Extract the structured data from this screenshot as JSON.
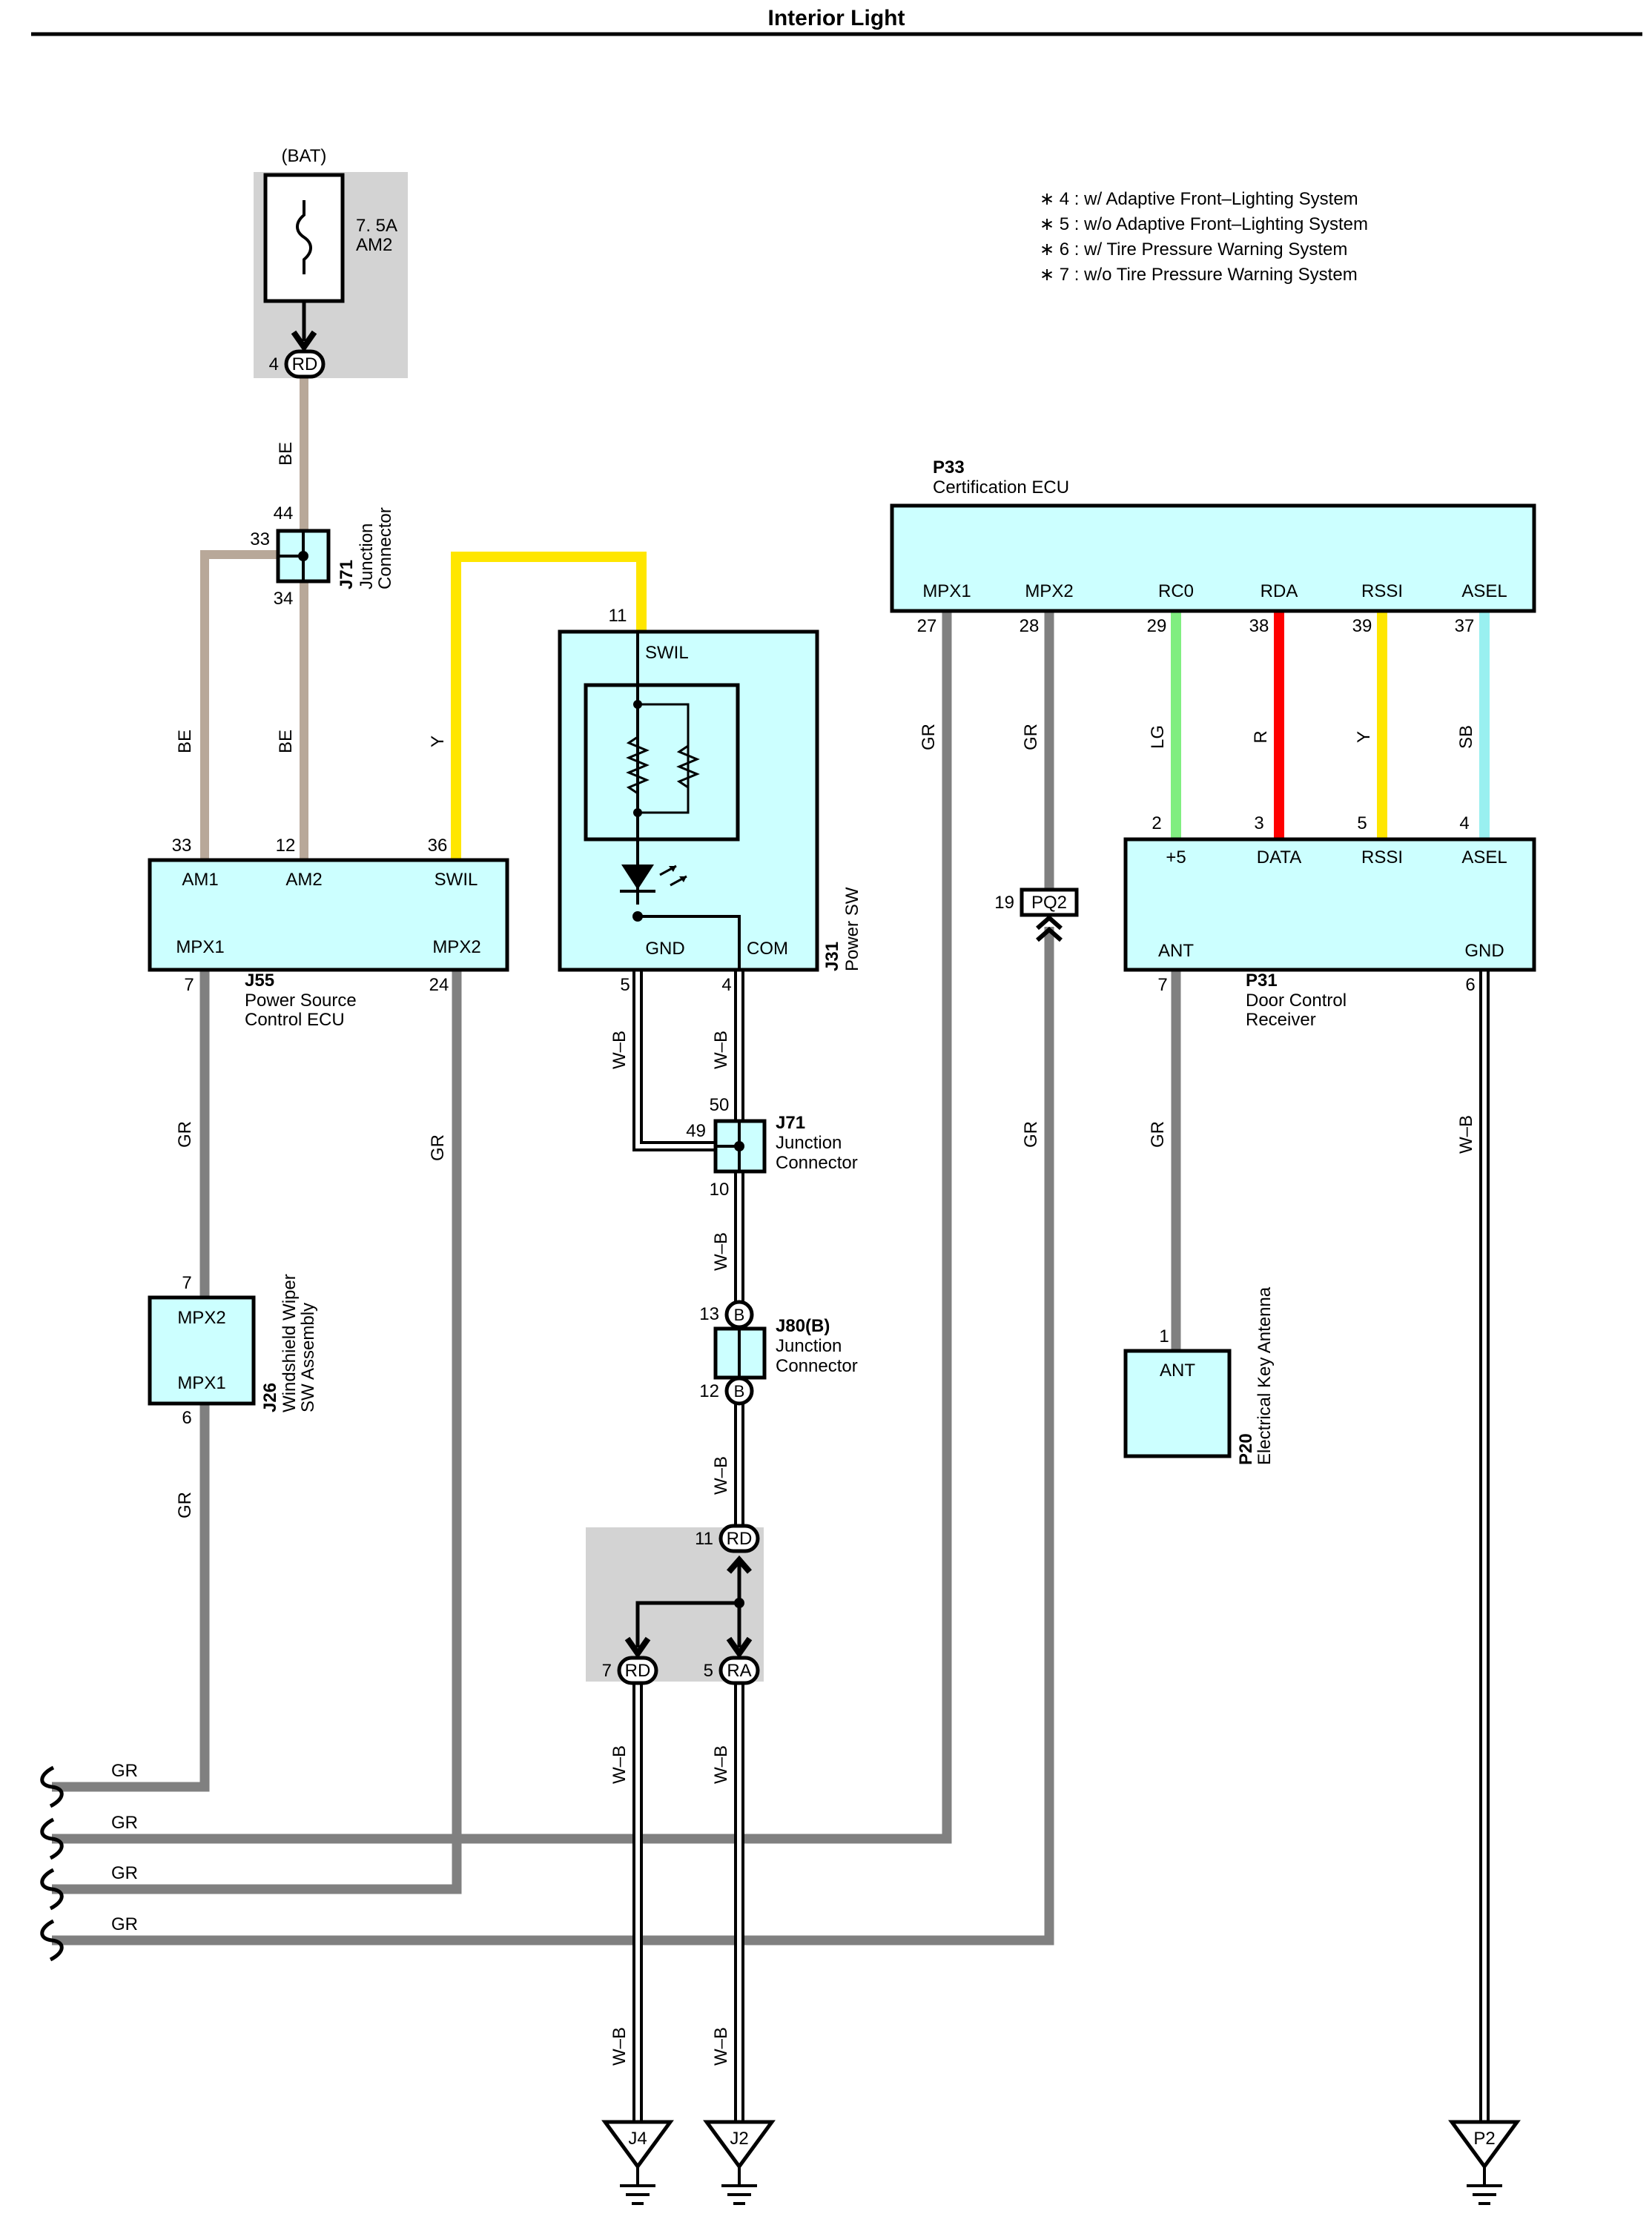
{
  "title": "Interior Light",
  "notes": [
    "∗ 4 : w/ Adaptive Front–Lighting System",
    "∗ 5 : w/o Adaptive Front–Lighting System",
    "∗ 6 : w/ Tire Pressure Warning System",
    "∗ 7 : w/o Tire Pressure Warning System"
  ],
  "colors": {
    "BE": "#b8a899",
    "Y": "#ffe600",
    "GR": "#808080",
    "LG": "#80ee80",
    "R": "#ff0000",
    "SB": "#99f0f0",
    "W-B": "#ffffff",
    "component_fill": "#ccffff",
    "junction_shade": "#d3d3d3"
  },
  "fuse": {
    "source": "(BAT)",
    "rating": "7. 5A",
    "name": "AM2",
    "pin": "4",
    "connector": "RD"
  },
  "components": {
    "J71_top": {
      "id": "J71",
      "desc1": "Junction",
      "desc2": "Connector",
      "pins": [
        "33",
        "44",
        "34"
      ]
    },
    "J55": {
      "id": "J55",
      "desc1": "Power Source",
      "desc2": "Control ECU",
      "terms": [
        "AM1",
        "AM2",
        "SWIL",
        "MPX1",
        "MPX2"
      ],
      "pins": [
        "33",
        "12",
        "36",
        "7",
        "24"
      ]
    },
    "J31": {
      "id": "J31",
      "desc": "Power SW",
      "terms": [
        "SWIL",
        "GND",
        "COM"
      ],
      "pins": [
        "11",
        "5",
        "4"
      ]
    },
    "J71_mid": {
      "id": "J71",
      "desc1": "Junction",
      "desc2": "Connector",
      "pins": [
        "50",
        "49",
        "10"
      ]
    },
    "J80": {
      "id": "J80(B)",
      "desc1": "Junction",
      "desc2": "Connector",
      "pins": [
        "13",
        "12"
      ],
      "connector": "B"
    },
    "J26": {
      "id": "J26",
      "desc1": "Windshield Wiper",
      "desc2": "SW Assembly",
      "terms": [
        "MPX2",
        "MPX1"
      ],
      "pins": [
        "7",
        "6"
      ]
    },
    "P33": {
      "id": "P33",
      "desc": "Certification ECU",
      "terms": [
        "MPX1",
        "MPX2",
        "RC0",
        "RDA",
        "RSSI",
        "ASEL"
      ],
      "pins": [
        "27",
        "28",
        "29",
        "38",
        "39",
        "37"
      ]
    },
    "P31": {
      "id": "P31",
      "desc1": "Door Control",
      "desc2": "Receiver",
      "terms": [
        "+5",
        "DATA",
        "RSSI",
        "ASEL",
        "ANT",
        "GND"
      ],
      "pins": [
        "2",
        "3",
        "5",
        "4",
        "7",
        "6"
      ]
    },
    "P20": {
      "id": "P20",
      "desc": "Electrical Key Antenna",
      "term": "ANT",
      "pin": "1"
    },
    "PQ2": {
      "pin": "19",
      "name": "PQ2"
    },
    "junction_block": {
      "pins": [
        "11",
        "7",
        "5"
      ],
      "connectors": [
        "RD",
        "RD",
        "RA"
      ]
    }
  },
  "wire_labels": {
    "be": "BE",
    "y": "Y",
    "gr": "GR",
    "wb": "W–B",
    "lg": "LG",
    "r": "R",
    "sb": "SB"
  },
  "grounds": [
    "J4",
    "J2",
    "P2"
  ]
}
